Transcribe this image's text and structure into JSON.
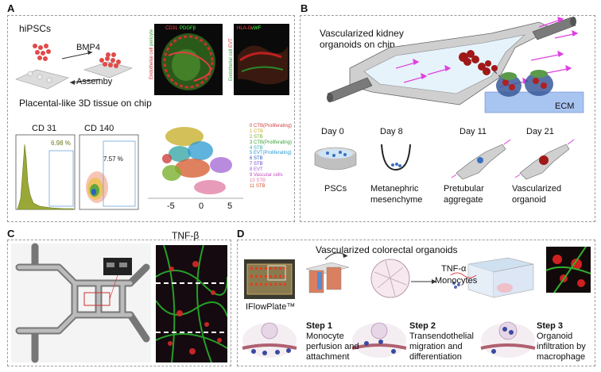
{
  "panel_labels": {
    "a": "A",
    "b": "B",
    "c": "C",
    "d": "D"
  },
  "panelA": {
    "title": "hiPSCs",
    "bmp4": "BMP4",
    "assembly": "Assemby",
    "subtitle": "Placental-like 3D tissue on chip",
    "micro1": {
      "cd31": "CD31",
      "pdgfb": "PDGFβ",
      "side_a": "Endothelial cell",
      "side_b": "pericyte"
    },
    "micro2": {
      "hla": "HLA-G",
      "vwf": "vWF",
      "side_a": "Endothelial cell",
      "side_b": "EVT"
    },
    "flow1": {
      "title": "CD 31",
      "pct": "6.98 %"
    },
    "flow2": {
      "title": "CD 140",
      "pct": "7.57 %"
    },
    "umap_ticks": [
      "-5",
      "0",
      "5"
    ],
    "legend": [
      "0 CTB(Proliferating)",
      "1 CTB",
      "2 STB",
      "3 CTB(Proliferating)",
      "4 STB",
      "5 EVT(Proliferating)",
      "6 STB",
      "7 STB",
      "8 EVT",
      "9 Vascular cells",
      "10 STB",
      "11 STB"
    ]
  },
  "panelB": {
    "title_line1": "Vascularized kidney",
    "title_line2": "organoids on chip",
    "ecm": "ECM",
    "days": [
      "Day 0",
      "Day 8",
      "Day 11",
      "Day 21"
    ],
    "stages": [
      {
        "line1": "PSCs",
        "line2": ""
      },
      {
        "line1": "Metanephric",
        "line2": "mesenchyme"
      },
      {
        "line1": "Pretubular",
        "line2": "aggregate"
      },
      {
        "line1": "Vascularized",
        "line2": "organoid"
      }
    ]
  },
  "panelC": {
    "tnf": "TNF-β"
  },
  "panelD": {
    "title": "Vascularized colorectal organoids",
    "tnf": "TNF-α",
    "monocytes": "Monocytes",
    "iflowplate": "IFlowPlate™",
    "steps": [
      {
        "head": "Step 1",
        "lines": [
          "Monocyte",
          "perfusion and",
          "attachment"
        ]
      },
      {
        "head": "Step 2",
        "lines": [
          "Transendothelial",
          "migration and",
          "differentiation"
        ]
      },
      {
        "head": "Step 3",
        "lines": [
          "Organoid",
          "infiltration by",
          "macrophage"
        ]
      }
    ]
  },
  "colors": {
    "arrow": "#e040e0",
    "cell_red": "#c8102e",
    "panel_border": "#9a9a9a"
  }
}
